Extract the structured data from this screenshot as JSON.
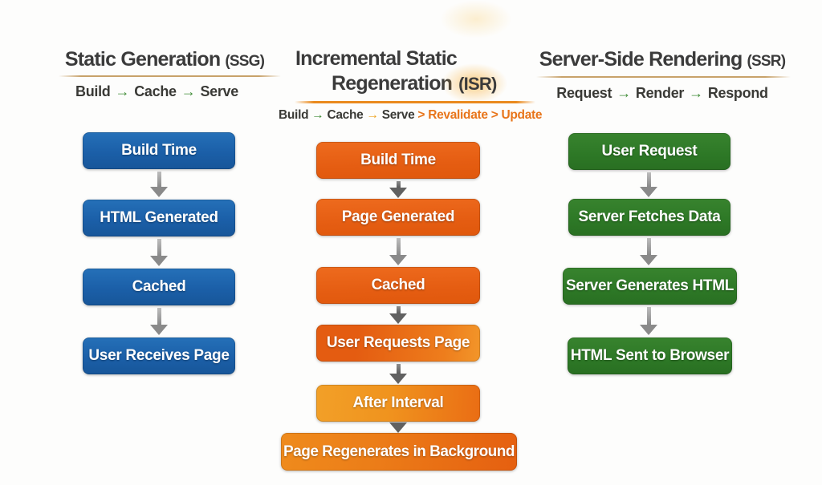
{
  "diagram": {
    "columns": [
      {
        "name": "Static Generation (SSG)",
        "title": "Static Generation",
        "title_suffix": "(SSG)",
        "flow": [
          {
            "text": "Build",
            "tone": "dark"
          },
          {
            "text": "→",
            "tone": "green"
          },
          {
            "text": "Cache",
            "tone": "dark"
          },
          {
            "text": "→",
            "tone": "green"
          },
          {
            "text": "Serve",
            "tone": "dark"
          }
        ],
        "boxes": [
          "Build Time",
          "HTML Generated",
          "Cached",
          "User Receives Page"
        ]
      },
      {
        "name": "Incremental Static Regeneration (ISR)",
        "title_line1": "Incremental Static",
        "title_line2": "Regeneration",
        "title_suffix": "(ISR)",
        "flow": [
          {
            "text": "Build",
            "tone": "dark"
          },
          {
            "text": "→",
            "tone": "green"
          },
          {
            "text": "Cache",
            "tone": "dark"
          },
          {
            "text": "→",
            "tone": "amber"
          },
          {
            "text": "Serve",
            "tone": "dark"
          },
          {
            "text": ">",
            "tone": "orange"
          },
          {
            "text": "Revalidate",
            "tone": "orange"
          },
          {
            "text": ">",
            "tone": "orange"
          },
          {
            "text": "Update",
            "tone": "orange"
          }
        ],
        "boxes": [
          "Build Time",
          "Page Generated",
          "Cached",
          "User Requests Page",
          "After Interval",
          "Page Regenerates in Background"
        ]
      },
      {
        "name": "Server-Side Rendering (SSR)",
        "title": "Server-Side Rendering",
        "title_suffix": "(SSR)",
        "flow": [
          {
            "text": "Request",
            "tone": "dark"
          },
          {
            "text": "→",
            "tone": "green"
          },
          {
            "text": "Render",
            "tone": "dark"
          },
          {
            "text": "→",
            "tone": "green"
          },
          {
            "text": "Respond",
            "tone": "dark"
          }
        ],
        "boxes": [
          "User Request",
          "Server Fetches Data",
          "Server Generates HTML",
          "HTML Sent to Browser"
        ]
      }
    ],
    "colors": {
      "heading": "#3b3b3b",
      "ssg_blue": "#1d63ad",
      "isr_orange": "#e8611a",
      "isr_amber": "#f0931e",
      "ssr_green": "#2e7c28",
      "gold_underline": "#c8a26a",
      "orange_underline": "#ea8a1e",
      "flow_green": "#3f8c36",
      "flow_orange": "#e8751a",
      "flow_amber": "#eda11c",
      "arrow_gray": "#8a8a8a"
    }
  }
}
